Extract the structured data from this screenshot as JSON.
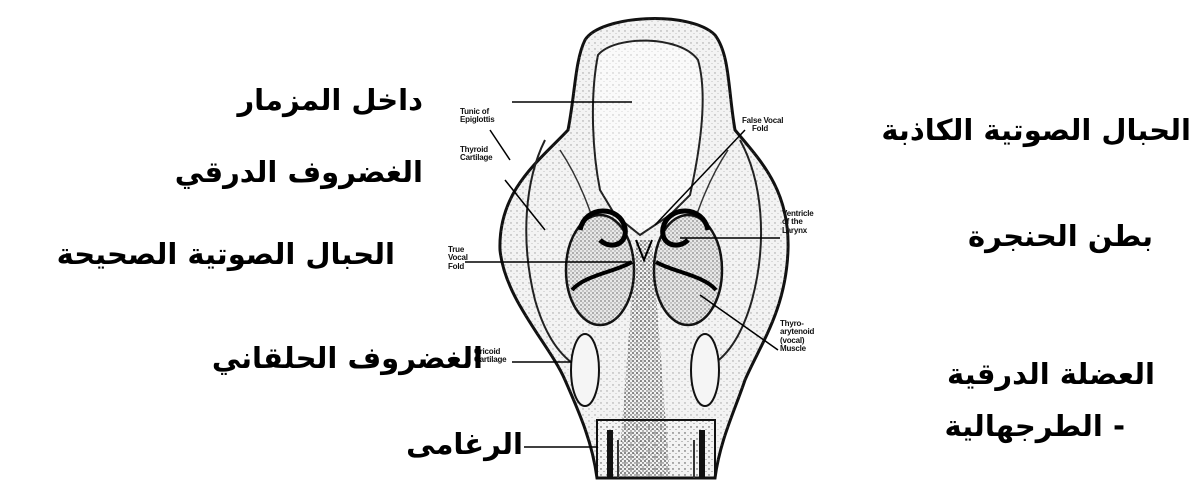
{
  "labels_ar": {
    "vestibule": "داخل المزمار",
    "false_vocal_cords": "الحبال الصوتية الكاذبة",
    "thyroid_cartilage": "الغضروف الدرقي",
    "ventricle": "بطن الحنجرة",
    "true_vocal_cords": "الحبال الصوتية الصحيحة",
    "cricoid_cartilage": "الغضروف الحلقاني",
    "thyroarytenoid_muscle_1": "العضلة الدرقية",
    "thyroarytenoid_muscle_2": "- الطرجهالية",
    "trachea": "الرغامى"
  },
  "labels_en": {
    "epiglottis_1": "Tunic of",
    "epiglottis_2": "Epiglottis",
    "false_fold_1": "False Vocal",
    "false_fold_2": "Fold",
    "thyroid_1": "Thyroid",
    "thyroid_2": "Cartilage",
    "ventricle_1": "Ventricle",
    "ventricle_2": "of the",
    "ventricle_3": "Larynx",
    "true_fold_1": "True",
    "true_fold_2": "Vocal",
    "true_fold_3": "Fold",
    "cricoid_1": "Cricoid",
    "cricoid_2": "Cartilage",
    "ta_muscle_1": "Thyro-",
    "ta_muscle_2": "arytenoid",
    "ta_muscle_3": "(vocal)",
    "ta_muscle_4": "Muscle"
  }
}
